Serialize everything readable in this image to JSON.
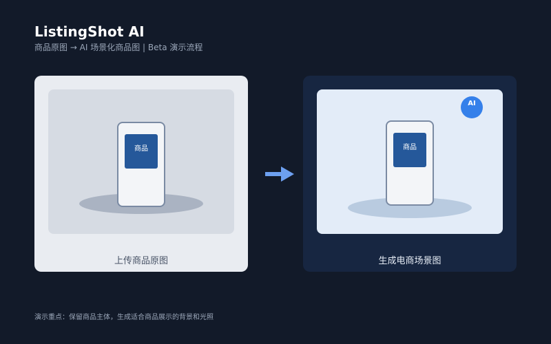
{
  "header": {
    "title": "ListingShot AI",
    "subtitle": "商品原图 → AI 场景化商品图 | Beta 演示流程"
  },
  "left_panel": {
    "product_label": "商品",
    "caption": "上传商品原图"
  },
  "right_panel": {
    "product_label": "商品",
    "ai_badge": "AI",
    "caption": "生成电商场景图"
  },
  "arrow": {
    "icon": "arrow-right-icon",
    "color": "#6da0f0"
  },
  "footer": {
    "note": "演示重点：保留商品主体，生成适合商品展示的背景和光照"
  },
  "colors": {
    "background": "#121a29",
    "accent": "#3580ea",
    "product": "#25589a"
  }
}
